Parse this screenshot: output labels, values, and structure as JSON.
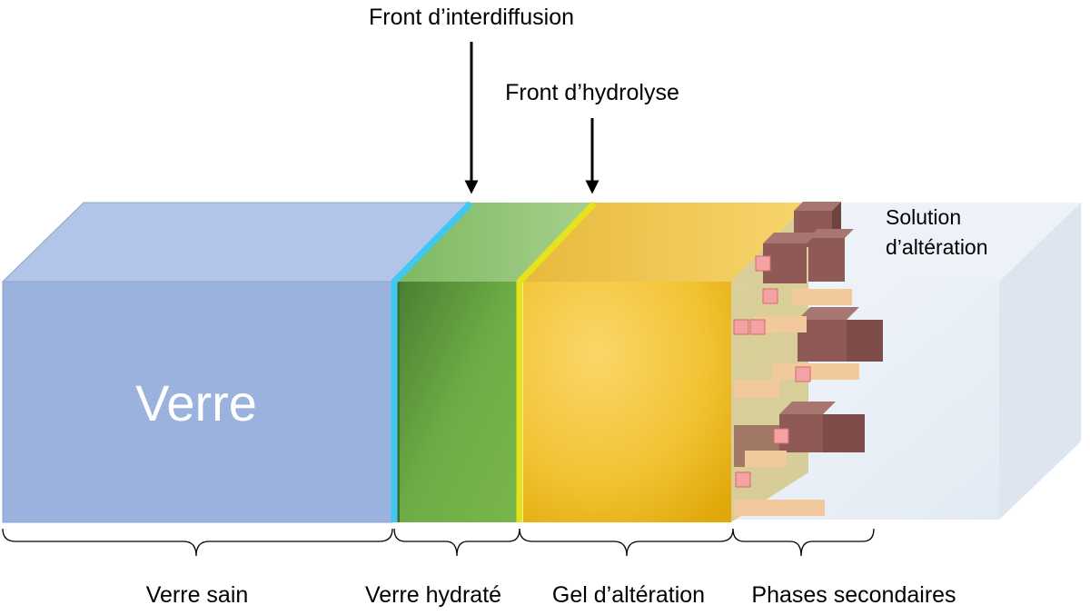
{
  "fronts": {
    "interdiffusion": "Front d’interdiffusion",
    "hydrolyse": "Front d’hydrolyse"
  },
  "block_label": "Verre",
  "solution": {
    "line1": "Solution",
    "line2": "d’altération"
  },
  "zones": [
    "Verre sain",
    "Verre hydraté",
    "Gel d’altération",
    "Phases secondaires"
  ],
  "colors": {
    "verre": "#9bb2de",
    "verre_top": "#b2c4e8",
    "hydrate": "#6aaa44",
    "gel": "#efbe2a",
    "interdiffusion_front": "#3fc8f0",
    "hydrolyse_front": "#e6e21e",
    "phases": "#8f5a55",
    "solution": "#e8eff7"
  }
}
